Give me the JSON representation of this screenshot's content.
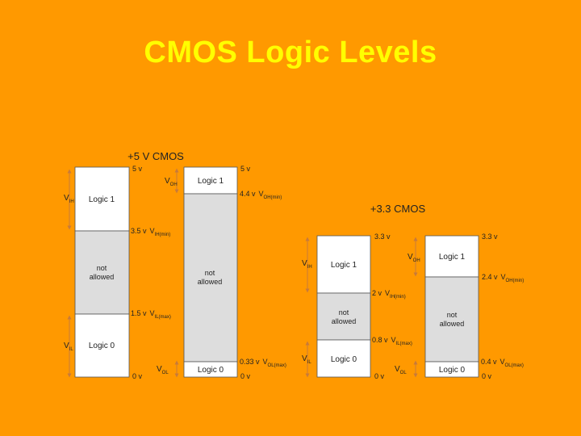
{
  "title": "CMOS Logic Levels",
  "colors": {
    "background": "#FF9900",
    "title": "#FFFF00",
    "logic_region": "#FFFFFF",
    "forbidden_region": "#DDDDDD",
    "arrow": "#C87A3A"
  },
  "cmos5": {
    "heading": "+5 V CMOS",
    "input": {
      "logic1": "Logic 1",
      "not_allowed_1": "not",
      "not_allowed_2": "allowed",
      "logic0": "Logic 0",
      "v_ih": "V",
      "v_ih_sub": "IH",
      "v_il": "V",
      "v_il_sub": "IL",
      "top": "5 v",
      "vih_min_val": "3.5 v",
      "vih_min_v": "V",
      "vih_min_sub": "IH(min)",
      "vil_max_val": "1.5 v",
      "vil_max_v": "V",
      "vil_max_sub": "IL(max)",
      "bottom": "0 v"
    },
    "output": {
      "logic1": "Logic 1",
      "not_allowed_1": "not",
      "not_allowed_2": "allowed",
      "logic0": "Logic 0",
      "v_oh": "V",
      "v_oh_sub": "OH",
      "v_ol": "V",
      "v_ol_sub": "OL",
      "top": "5 v",
      "voh_min_val": "4.4 v",
      "voh_min_v": "V",
      "voh_min_sub": "OH(min)",
      "vol_max_val": "0.33 v",
      "vol_max_v": "V",
      "vol_max_sub": "OL(max)",
      "bottom": "0 v"
    }
  },
  "cmos33": {
    "heading": "+3.3 CMOS",
    "input": {
      "logic1": "Logic 1",
      "not_allowed_1": "not",
      "not_allowed_2": "allowed",
      "logic0": "Logic 0",
      "v_ih": "V",
      "v_ih_sub": "IH",
      "v_il": "V",
      "v_il_sub": "IL",
      "top": "3.3 v",
      "vih_min_val": "2 v",
      "vih_min_v": "V",
      "vih_min_sub": "IH(min)",
      "vil_max_val": "0.8 v",
      "vil_max_v": "V",
      "vil_max_sub": "IL(max)",
      "bottom": "0 v"
    },
    "output": {
      "logic1": "Logic 1",
      "not_allowed_1": "not",
      "not_allowed_2": "allowed",
      "logic0": "Logic 0",
      "v_oh": "V",
      "v_oh_sub": "OH",
      "v_ol": "V",
      "v_ol_sub": "OL",
      "top": "3.3 v",
      "voh_min_val": "2.4 v",
      "voh_min_v": "V",
      "voh_min_sub": "OH(min)",
      "vol_max_val": "0.4 v",
      "vol_max_v": "V",
      "vol_max_sub": "OL(max)",
      "bottom": "0 v"
    }
  }
}
